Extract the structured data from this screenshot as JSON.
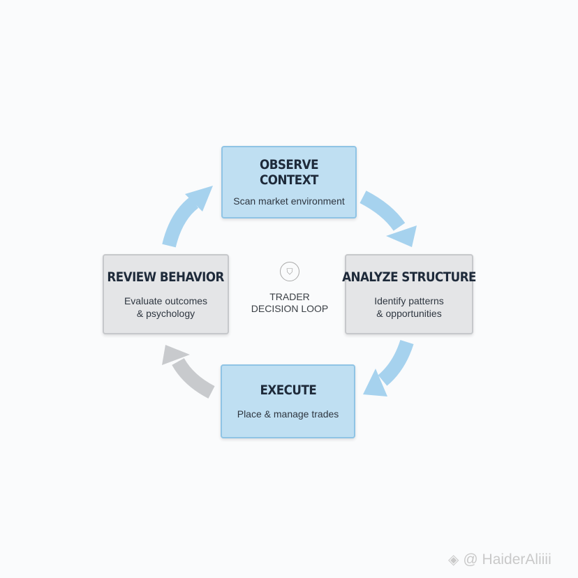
{
  "steps": [
    {
      "title": "OBSERVE CONTEXT",
      "sub": "Scan market environment"
    },
    {
      "title": "ANALYZE STRUCTURE",
      "sub1": "Identify patterns",
      "sub2": "& opportunities"
    },
    {
      "title": "EXECUTE",
      "sub": "Place & manage trades"
    },
    {
      "title": "REVIEW BEHAVIOR",
      "sub1": "Evaluate outcomes",
      "sub2": "& psychology"
    }
  ],
  "center": {
    "line1": "TRADER",
    "line2": "DECISION LOOP",
    "icon": "shield-clock-icon"
  },
  "watermark": {
    "text": "@ HaiderAliiii",
    "icon": "binance-logo-icon"
  },
  "colors": {
    "blue_fill": "#bfdff2",
    "blue_border": "#8fc4e5",
    "gray_fill": "#e4e5e7",
    "arrow_blue": "#a6d2ee",
    "arrow_gray": "#c8cacd"
  }
}
